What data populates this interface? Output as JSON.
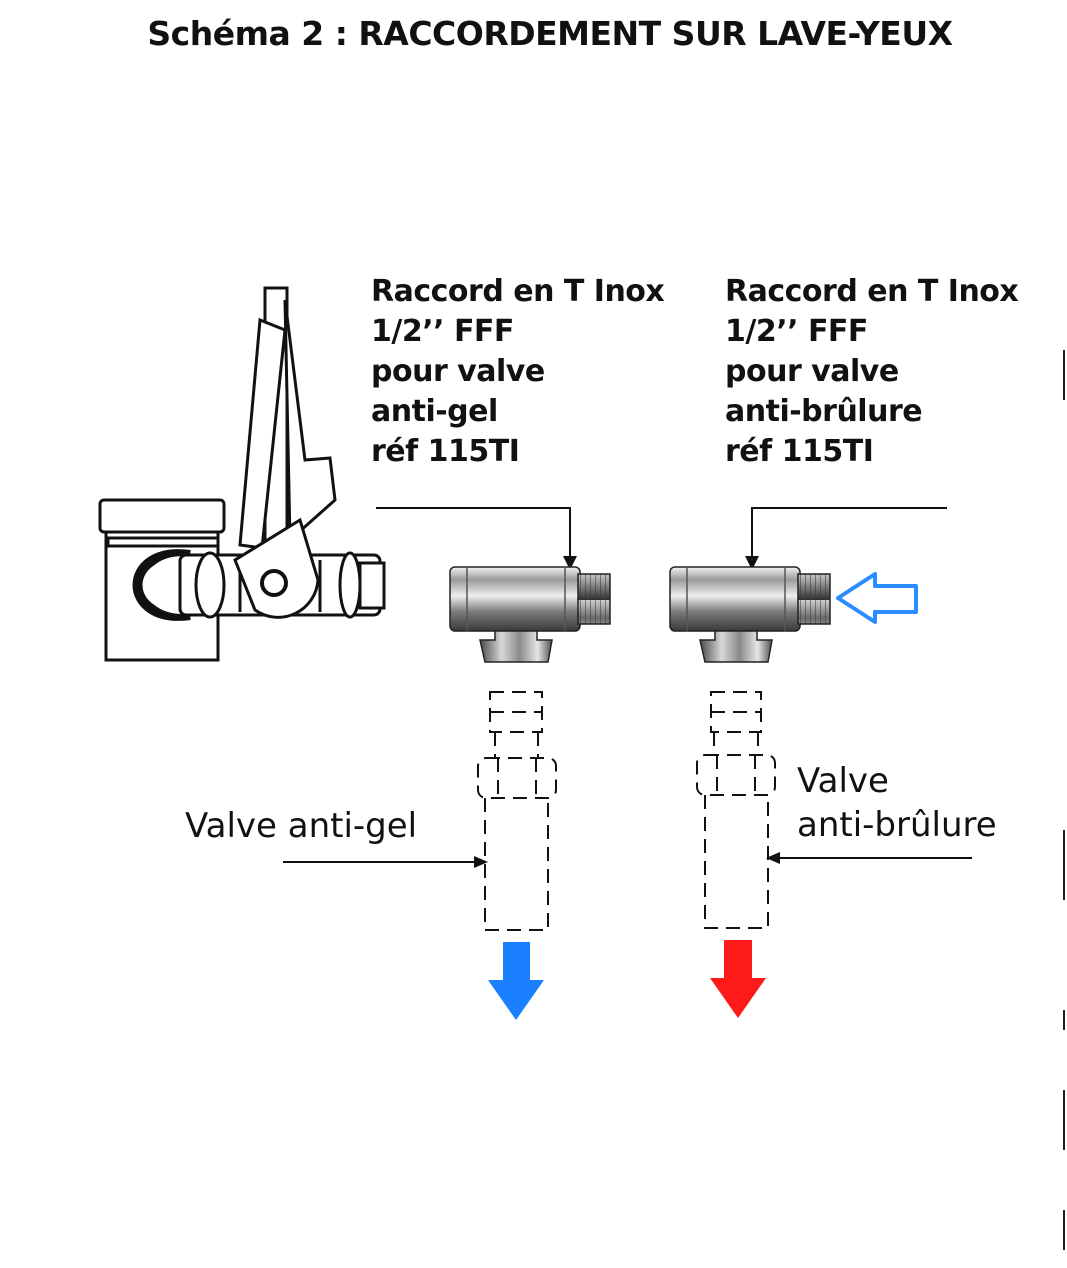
{
  "title": "Schéma 2 : RACCORDEMENT SUR LAVE-YEUX",
  "labels": {
    "tee_left": {
      "lines": [
        "Raccord en T Inox",
        "1/2’’ FFF",
        "pour valve",
        "anti-gel",
        "réf 115TI"
      ]
    },
    "tee_right": {
      "lines": [
        "Raccord en T Inox",
        "1/2’’ FFF",
        "pour valve",
        "anti-brûlure",
        "réf 115TI"
      ]
    },
    "valve_left": "Valve anti-gel",
    "valve_right": {
      "line1": "Valve",
      "line2": "anti-brûlure"
    }
  },
  "colors": {
    "cold_arrow": "#1a80ff",
    "hot_arrow": "#ff1a1a",
    "inlet_arrow": "#2a8cff",
    "line": "#111111"
  },
  "icons": {
    "eyewash_unit": "eyewash-valve-icon",
    "tee_fitting": "tee-fitting-icon",
    "cold_outlet": "arrow-down-blue-icon",
    "hot_outlet": "arrow-down-red-icon",
    "inlet": "arrow-left-outline-icon"
  }
}
